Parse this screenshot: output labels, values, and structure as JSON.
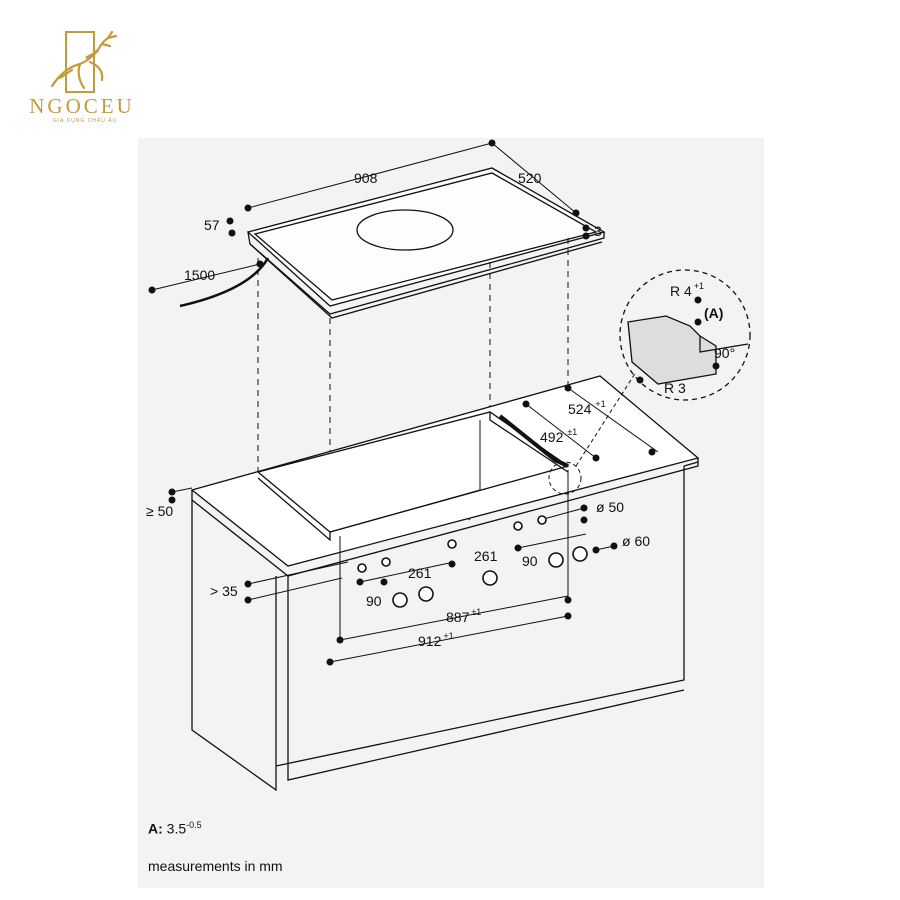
{
  "brand": {
    "name": "NGOCEU",
    "tagline": "GIA DỤNG CHÂU ÂU",
    "color": "#c49a3c"
  },
  "dimensions": {
    "width": "908",
    "depth": "520",
    "height": "57",
    "edge": "3",
    "cable": "1500",
    "cutout_depth": "524",
    "cutout_depth_tol": "+1",
    "inner_depth": "492",
    "inner_depth_tol": "±1",
    "min_front": "≥ 50",
    "knob_height": "> 35",
    "knob_spacing_a": "261",
    "knob_spacing_b": "261",
    "knob_gap_left": "90",
    "knob_gap_right": "90",
    "hole_small": "ø 50",
    "hole_large": "ø 60",
    "cutout_inner_width": "887",
    "cutout_inner_tol": "±1",
    "cutout_outer_width": "912",
    "cutout_outer_tol": "+1"
  },
  "detail": {
    "radius_top": "R 4",
    "radius_top_tol": "+1",
    "label": "(A)",
    "angle": "90°",
    "radius_bottom": "R 3"
  },
  "footer": {
    "note_label": "A:",
    "note_value": "3.5",
    "note_tol": "-0.5",
    "units": "measurements in mm"
  }
}
